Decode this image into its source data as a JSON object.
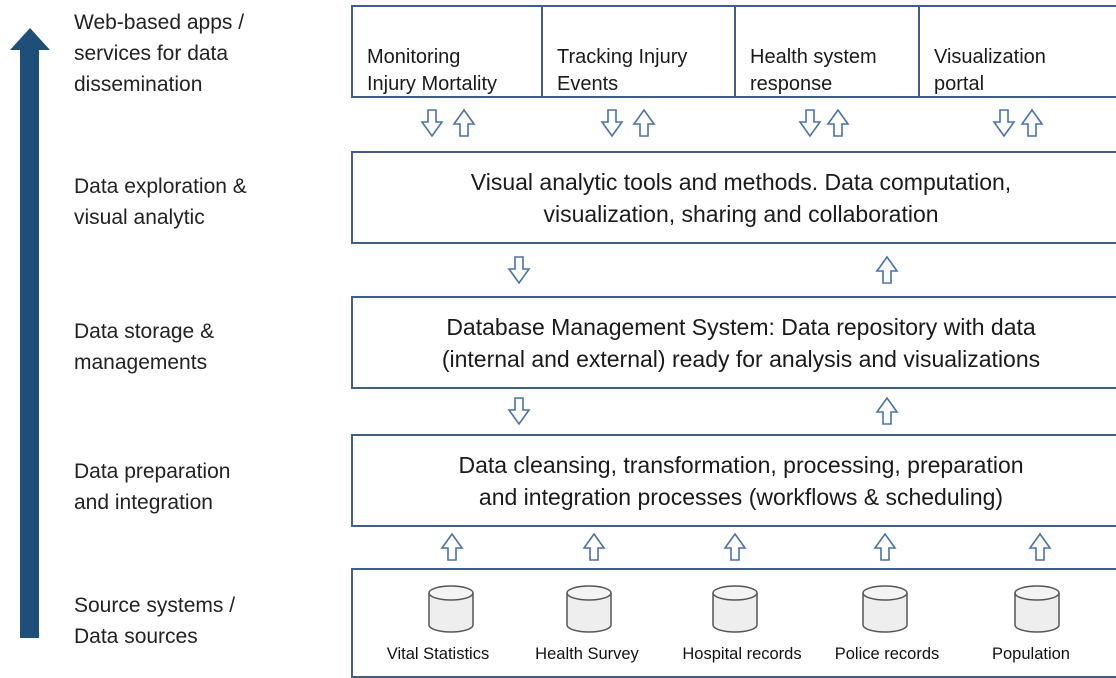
{
  "layers": [
    {
      "label": "Web-based apps /\nservices for data\ndissemination"
    },
    {
      "label": "Data exploration &\nvisual analytic"
    },
    {
      "label": "Data storage &\nmanagements"
    },
    {
      "label": "Data preparation\nand integration"
    },
    {
      "label": "Source systems /\nData sources"
    }
  ],
  "apps": [
    {
      "label": "Monitoring\nInjury Mortality"
    },
    {
      "label": "Tracking Injury\nEvents"
    },
    {
      "label": "Health system\nresponse"
    },
    {
      "label": "Visualization\nportal"
    }
  ],
  "visual_analytics": {
    "text": "Visual analytic tools and methods. Data computation,\nvisualization, sharing and collaboration"
  },
  "dbms": {
    "text": "Database Management System: Data repository with data\n(internal and external) ready for analysis and visualizations"
  },
  "preparation": {
    "text": "Data cleansing, transformation, processing, preparation\nand integration processes (workflows & scheduling)"
  },
  "sources": [
    {
      "label": "Vital Statistics",
      "icon": "database-cylinder"
    },
    {
      "label": "Health Survey",
      "icon": "database-cylinder"
    },
    {
      "label": "Hospital records",
      "icon": "database-cylinder"
    },
    {
      "label": "Police records",
      "icon": "database-cylinder"
    },
    {
      "label": "Population",
      "icon": "database-cylinder"
    }
  ],
  "colors": {
    "main_arrow": "#1f4e79",
    "box_border": "#3f5f86",
    "arrow_outline": "#4a72a8",
    "db_fill": "#eeeeee"
  }
}
